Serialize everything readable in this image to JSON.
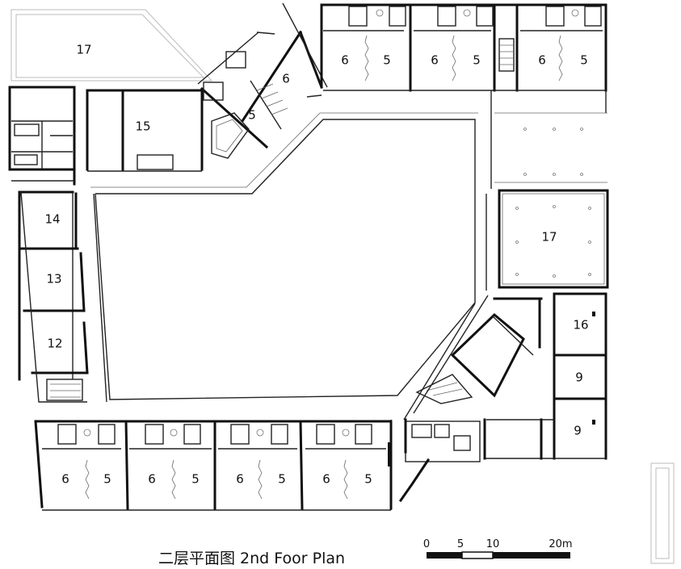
{
  "plan": {
    "title": "二层平面图 2nd Foor Plan",
    "scale_ticks": [
      "0",
      "5",
      "10",
      "20m"
    ],
    "rooms": {
      "r17_top": "17",
      "r15": "15",
      "r6_ne1": "6",
      "r5_ne1": "5",
      "r6_n1": "6",
      "r5_n1": "5",
      "r6_n2": "6",
      "r5_n2": "5",
      "r6_n3": "6",
      "r5_n3": "5",
      "r14": "14",
      "r13": "13",
      "r12": "12",
      "r17_east": "17",
      "r16": "16",
      "r9_a": "9",
      "r9_b": "9",
      "r6_s1": "6",
      "r5_s1": "5",
      "r6_s2": "6",
      "r5_s2": "5",
      "r6_s3": "6",
      "r5_s3": "5",
      "r6_s4": "6",
      "r5_s4": "5"
    }
  }
}
